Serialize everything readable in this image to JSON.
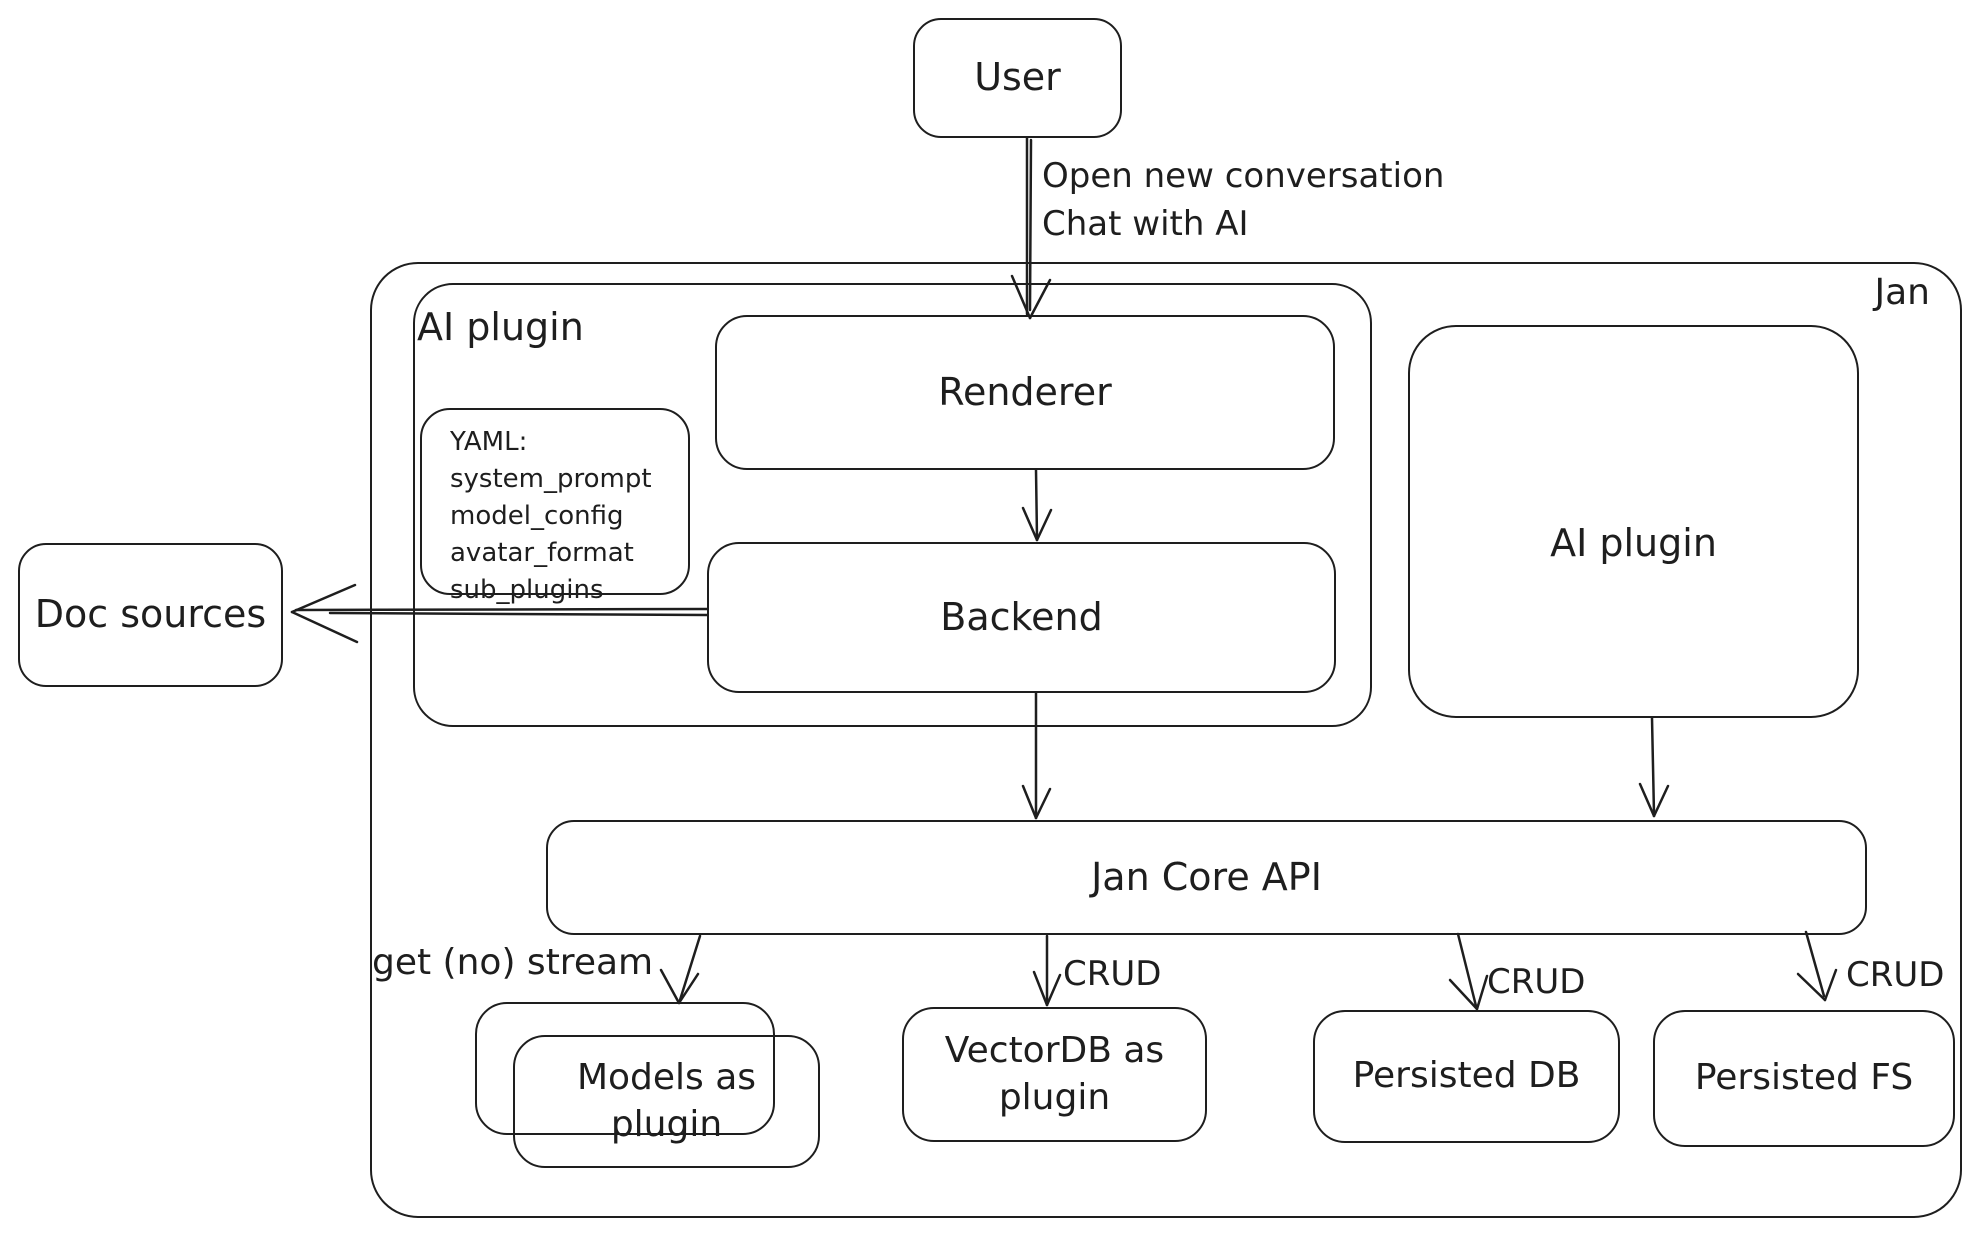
{
  "diagram": {
    "title_region_label": "Jan",
    "colors": {
      "stroke": "#1e1e1e",
      "background": "#ffffff",
      "text": "#1e1e1e"
    },
    "nodes": {
      "user": {
        "label": "User"
      },
      "jan_container": {
        "label": "Jan"
      },
      "ai_plugin_left_container": {
        "label": "AI plugin"
      },
      "renderer": {
        "label": "Renderer"
      },
      "yaml_note": {
        "lines": [
          "YAML:",
          "system_prompt",
          "model_config",
          "avatar_format",
          "sub_plugins"
        ]
      },
      "backend": {
        "label": "Backend"
      },
      "doc_sources": {
        "label": "Doc sources"
      },
      "ai_plugin_right": {
        "label": "AI plugin"
      },
      "jan_core_api": {
        "label": "Jan Core API"
      },
      "models_as_plugin": {
        "line1": "Models as",
        "line2": "plugin"
      },
      "vectordb_as_plugin": {
        "line1": "VectorDB as",
        "line2": "plugin"
      },
      "persisted_db": {
        "label": "Persisted DB"
      },
      "persisted_fs": {
        "label": "Persisted FS"
      }
    },
    "edges": {
      "user_to_renderer": {
        "line1": "Open new conversation",
        "line2": "Chat with AI"
      },
      "jan_core_to_models": {
        "label": "get (no) stream"
      },
      "jan_core_to_vectordb": {
        "label": "CRUD"
      },
      "jan_core_to_persisted_db": {
        "label": "CRUD"
      },
      "jan_core_to_persisted_fs": {
        "label": "CRUD"
      }
    }
  }
}
